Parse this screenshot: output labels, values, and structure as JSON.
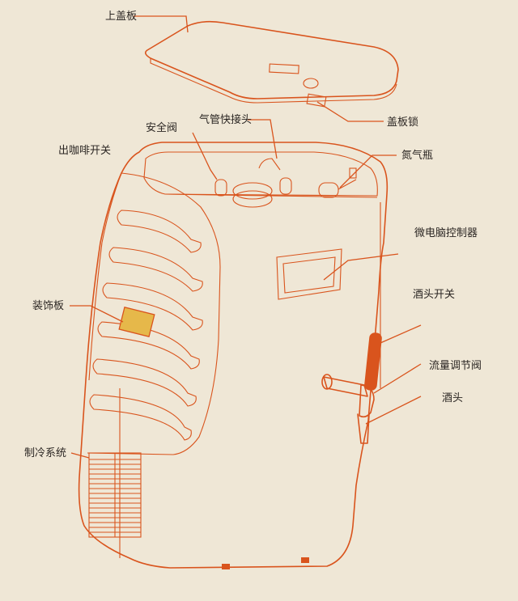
{
  "diagram": {
    "colors": {
      "background": "#efe7d6",
      "line": "#d9541d",
      "text": "#2b2623",
      "accent": "#e6b84a"
    },
    "labels": {
      "top_cover": "上盖板",
      "cover_lock": "盖板锁",
      "safety_valve": "安全阀",
      "gas_connector": "气管快接头",
      "coffee_switch": "出咖啡开关",
      "nitrogen_bottle": "氮气瓶",
      "microcontroller": "微电脑控制器",
      "decor_panel": "装饰板",
      "tap_switch": "酒头开关",
      "flow_valve": "流量调节阀",
      "tap_head": "酒头",
      "cooling_system": "制冷系统"
    }
  }
}
